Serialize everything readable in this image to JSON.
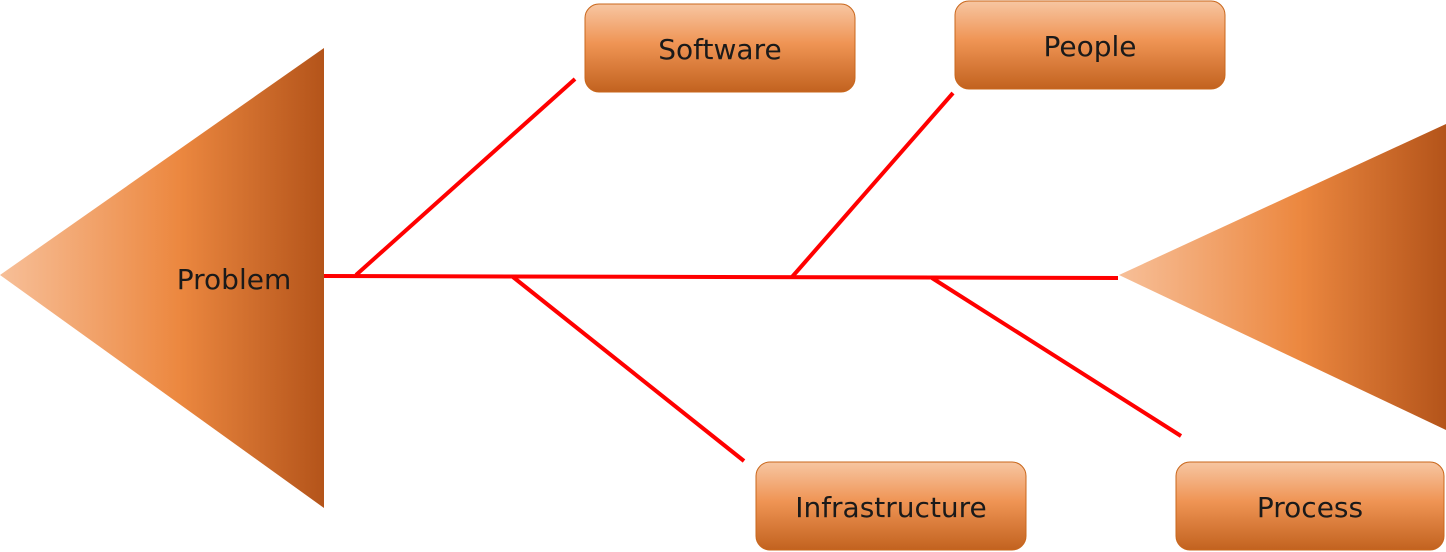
{
  "colors": {
    "bone": "#ff0000",
    "shape_light": "#f5b07f",
    "shape_mid": "#ed8a44",
    "shape_dark": "#b8561a"
  },
  "head": {
    "label": "Problem"
  },
  "categories": {
    "software": "Software",
    "people": "People",
    "infrastructure": "Infrastructure",
    "process": "Process"
  }
}
